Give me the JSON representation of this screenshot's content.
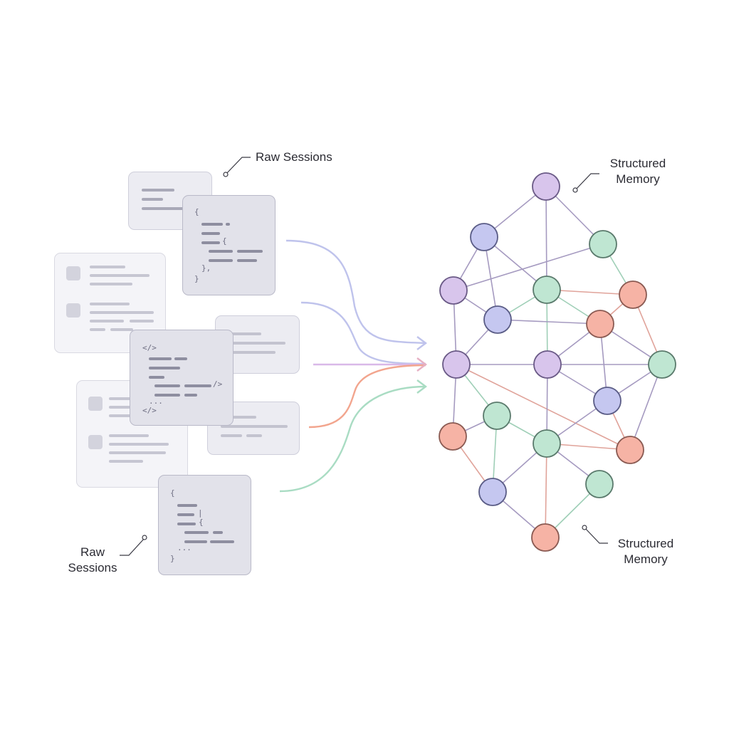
{
  "labels": {
    "raw_sessions_top": "Raw Sessions",
    "raw_sessions_bottom_line1": "Raw",
    "raw_sessions_bottom_line2": "Sessions",
    "structured_memory_top_line1": "Structured",
    "structured_memory_top_line2": "Memory",
    "structured_memory_bottom_line1": "Structured",
    "structured_memory_bottom_line2": "Memory"
  },
  "code_glyphs": {
    "open_brace": "{",
    "close_brace": "}",
    "close_brace_comma": "},",
    "tag_open": "</>",
    "tag_self_close": "/>",
    "ellipsis": "...",
    "pipe": "|"
  },
  "colors": {
    "purple": "#d8c5ec",
    "purple_stroke": "#6a5a86",
    "blue": "#c5c7f0",
    "blue_stroke": "#5a5c86",
    "green": "#bfe6d2",
    "green_stroke": "#5a7a6c",
    "salmon": "#f6b3a5",
    "salmon_stroke": "#8a5a52",
    "flow_blue": "#bfc3ec",
    "flow_purple": "#d9b8e8",
    "flow_salmon": "#f2a58e",
    "flow_green": "#a9dcc3"
  },
  "graph": {
    "nodes": [
      {
        "id": "n1",
        "color": "purple"
      },
      {
        "id": "n2",
        "color": "blue"
      },
      {
        "id": "n3",
        "color": "green"
      },
      {
        "id": "n4",
        "color": "purple"
      },
      {
        "id": "n5",
        "color": "green"
      },
      {
        "id": "n6",
        "color": "salmon"
      },
      {
        "id": "n7",
        "color": "blue"
      },
      {
        "id": "n8",
        "color": "salmon"
      },
      {
        "id": "n9",
        "color": "purple"
      },
      {
        "id": "n10",
        "color": "purple"
      },
      {
        "id": "n11",
        "color": "green"
      },
      {
        "id": "n12",
        "color": "blue"
      },
      {
        "id": "n13",
        "color": "green"
      },
      {
        "id": "n14",
        "color": "salmon"
      },
      {
        "id": "n15",
        "color": "green"
      },
      {
        "id": "n16",
        "color": "salmon"
      },
      {
        "id": "n17",
        "color": "blue"
      },
      {
        "id": "n18",
        "color": "green"
      },
      {
        "id": "n19",
        "color": "salmon"
      }
    ],
    "edges": [
      [
        "n1",
        "n2",
        "purple"
      ],
      [
        "n1",
        "n3",
        "purple"
      ],
      [
        "n1",
        "n5",
        "purple"
      ],
      [
        "n2",
        "n4",
        "purple"
      ],
      [
        "n2",
        "n5",
        "purple"
      ],
      [
        "n2",
        "n7",
        "purple"
      ],
      [
        "n3",
        "n4",
        "purple"
      ],
      [
        "n3",
        "n6",
        "green"
      ],
      [
        "n4",
        "n9",
        "purple"
      ],
      [
        "n4",
        "n7",
        "purple"
      ],
      [
        "n5",
        "n6",
        "salmon"
      ],
      [
        "n5",
        "n7",
        "green"
      ],
      [
        "n5",
        "n8",
        "green"
      ],
      [
        "n5",
        "n10",
        "green"
      ],
      [
        "n6",
        "n8",
        "salmon"
      ],
      [
        "n6",
        "n11",
        "salmon"
      ],
      [
        "n7",
        "n9",
        "purple"
      ],
      [
        "n7",
        "n8",
        "purple"
      ],
      [
        "n8",
        "n10",
        "purple"
      ],
      [
        "n8",
        "n11",
        "purple"
      ],
      [
        "n8",
        "n12",
        "purple"
      ],
      [
        "n9",
        "n10",
        "purple"
      ],
      [
        "n9",
        "n13",
        "green"
      ],
      [
        "n9",
        "n14",
        "purple"
      ],
      [
        "n9",
        "n16",
        "salmon"
      ],
      [
        "n10",
        "n11",
        "purple"
      ],
      [
        "n10",
        "n12",
        "purple"
      ],
      [
        "n10",
        "n15",
        "purple"
      ],
      [
        "n11",
        "n12",
        "purple"
      ],
      [
        "n11",
        "n16",
        "purple"
      ],
      [
        "n12",
        "n15",
        "purple"
      ],
      [
        "n12",
        "n16",
        "salmon"
      ],
      [
        "n13",
        "n14",
        "purple"
      ],
      [
        "n13",
        "n15",
        "green"
      ],
      [
        "n13",
        "n17",
        "green"
      ],
      [
        "n14",
        "n17",
        "salmon"
      ],
      [
        "n15",
        "n16",
        "salmon"
      ],
      [
        "n15",
        "n17",
        "purple"
      ],
      [
        "n15",
        "n18",
        "purple"
      ],
      [
        "n15",
        "n19",
        "salmon"
      ],
      [
        "n17",
        "n19",
        "purple"
      ],
      [
        "n18",
        "n19",
        "green"
      ]
    ]
  }
}
